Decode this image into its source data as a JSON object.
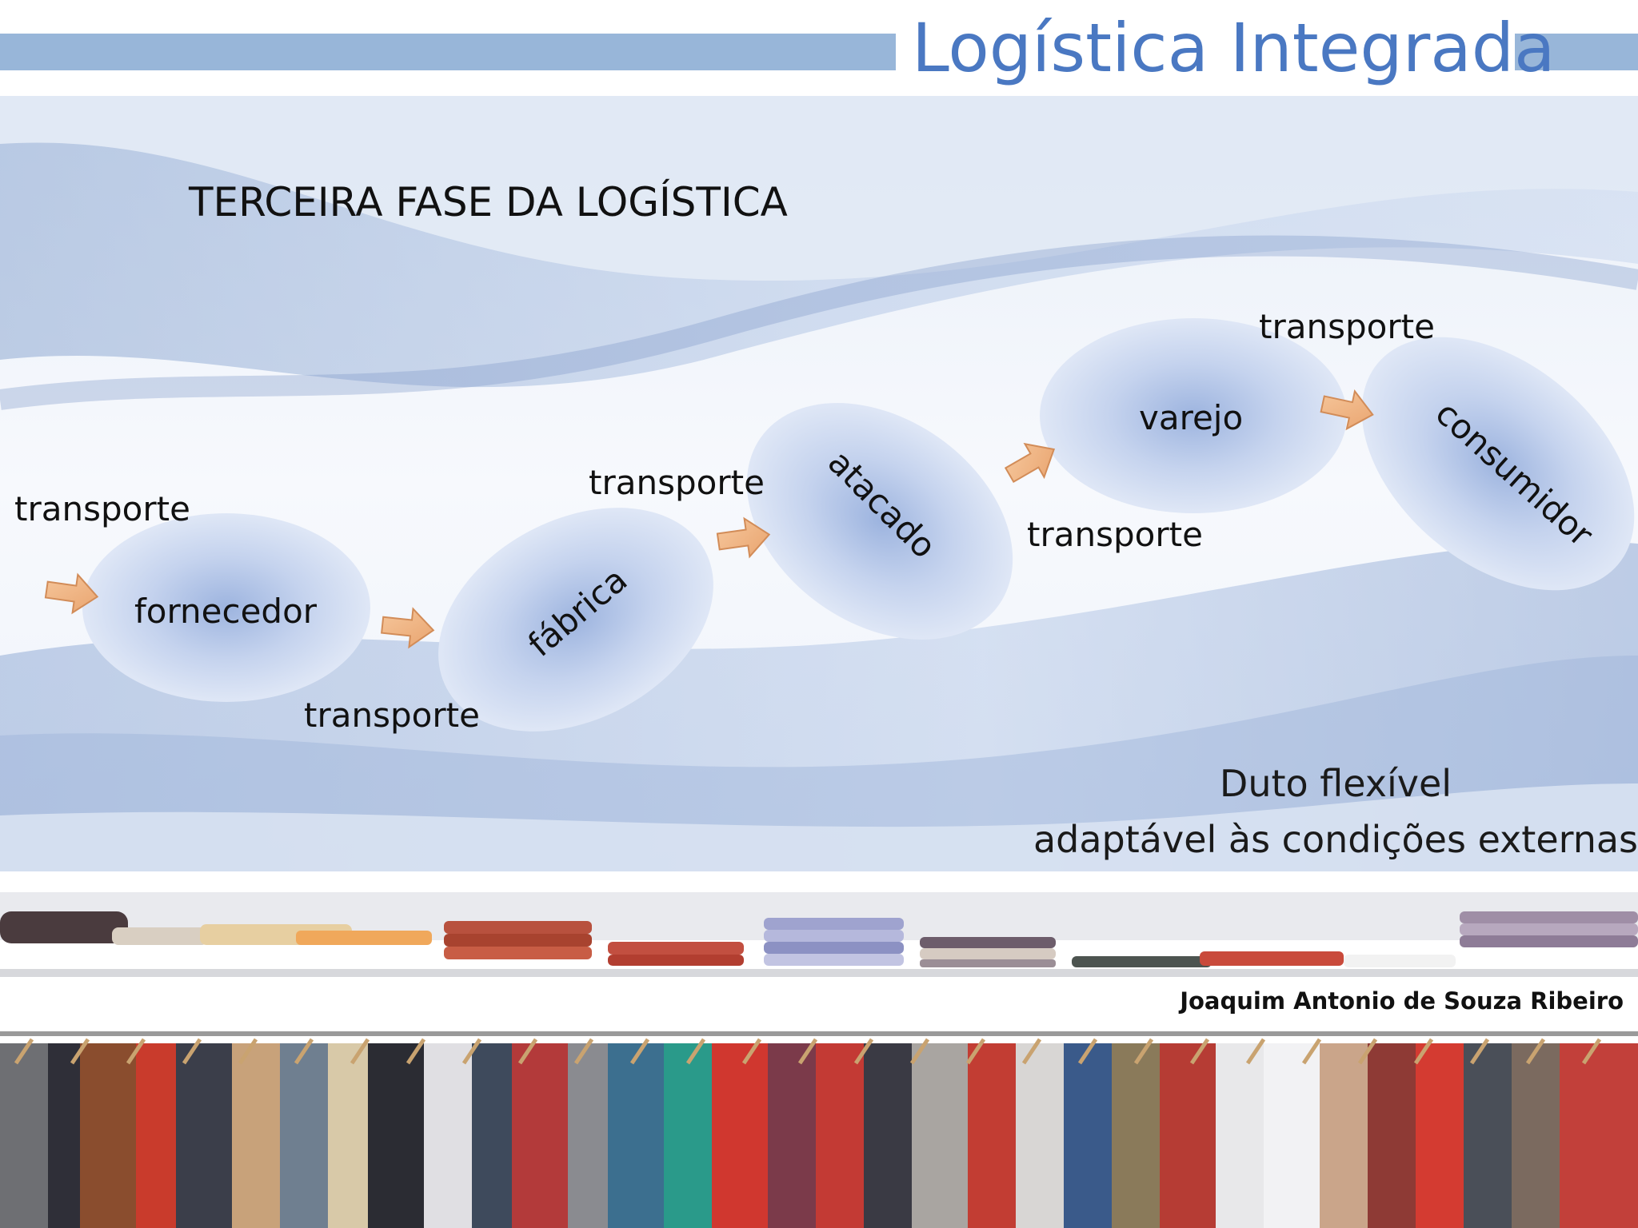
{
  "header": {
    "title": "Logística Integrada"
  },
  "diagram": {
    "subtitle": "TERCEIRA FASE DA LOGÍSTICA",
    "nodes": [
      "fornecedor",
      "fábrica",
      "atacado",
      "varejo",
      "consumidor"
    ],
    "transport_label": "transporte",
    "caption_line1": "Duto flexível",
    "caption_line2": "adaptável às condições externas"
  },
  "footer": {
    "author": "Joaquim Antonio de Souza Ribeiro"
  },
  "colors": {
    "title_blue": "#4a78c2",
    "bar_blue": "#98b6d9",
    "node_blue": "#9db4df",
    "arrow_orange": "#f2b582"
  }
}
